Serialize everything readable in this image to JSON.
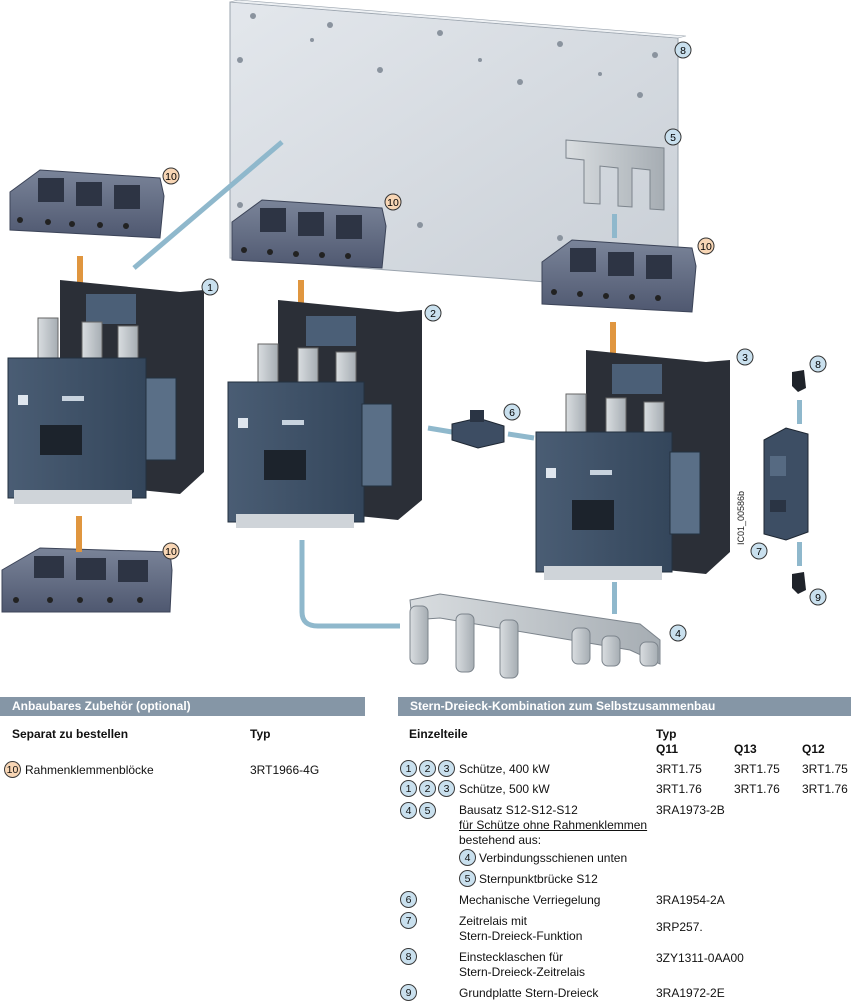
{
  "figure": {
    "callouts": [
      "1",
      "2",
      "3",
      "4",
      "5",
      "6",
      "7",
      "8",
      "8",
      "9",
      "10",
      "10",
      "10",
      "10"
    ],
    "side_code": "IC01_00586b",
    "colors": {
      "panel": "#d8dde3",
      "contactor": "#3e4f63",
      "link": "#8fb8cc",
      "rod": "#e0963f",
      "frame": "#5a6478"
    }
  },
  "left": {
    "header": "Anbaubares Zubehör (optional)",
    "col1": "Separat zu bestellen",
    "col2": "Typ",
    "row": {
      "num": "10",
      "label": "Rahmenklemmenblöcke",
      "type": "3RT1966-4G"
    }
  },
  "right": {
    "header": "Stern-Dreieck-Kombination zum Selbstzusammenbau",
    "col_parts": "Einzelteile",
    "col_typ": "Typ",
    "col_q11": "Q11",
    "col_q13": "Q13",
    "col_q12": "Q12",
    "rows": {
      "r1": {
        "nums": [
          "1",
          "2",
          "3"
        ],
        "label": "Schütze, 400 kW",
        "q11": "3RT1.75",
        "q13": "3RT1.75",
        "q12": "3RT1.75"
      },
      "r2": {
        "nums": [
          "1",
          "2",
          "3"
        ],
        "label": "Schütze, 500 kW",
        "q11": "3RT1.76",
        "q13": "3RT1.76",
        "q12": "3RT1.76"
      },
      "r3": {
        "nums": [
          "4",
          "5"
        ],
        "line1": "Bausatz S12-S12-S12",
        "line2": "für Schütze ohne Rahmenklemmen",
        "line3": "bestehend aus:",
        "type": "3RA1973-2B",
        "sub1": {
          "num": "4",
          "label": "Verbindungsschienen unten"
        },
        "sub2": {
          "num": "5",
          "label": "Sternpunktbrücke S12"
        }
      },
      "r4": {
        "num": "6",
        "label": "Mechanische Verriegelung",
        "type": "3RA1954-2A"
      },
      "r5": {
        "num": "7",
        "line1": "Zeitrelais mit",
        "line2": "Stern-Dreieck-Funktion",
        "type": "3RP257."
      },
      "r6": {
        "num": "8",
        "line1": "Einstecklaschen für",
        "line2": "Stern-Dreieck-Zeitrelais",
        "type": "3ZY1311-0AA00"
      },
      "r7": {
        "num": "9",
        "label": "Grundplatte Stern-Dreieck",
        "type": "3RA1972-2E"
      }
    }
  }
}
